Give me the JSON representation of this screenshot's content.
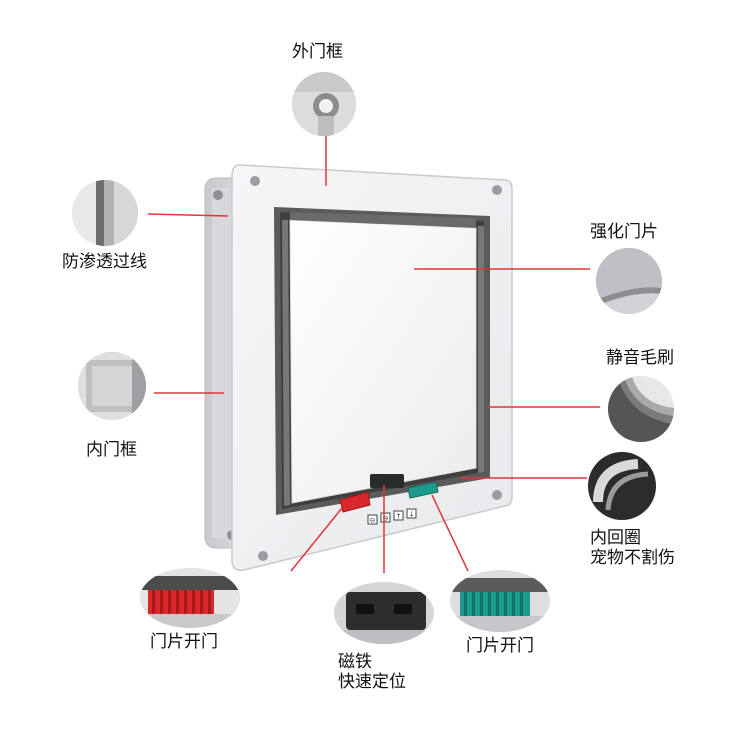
{
  "labels": {
    "outer_frame": "外门框",
    "anti_leak_line": "防渗透过线",
    "inner_frame": "内门框",
    "reinforced_flap": "强化门片",
    "silent_brush": "静音毛刷",
    "inner_ring_line1": "内回圈",
    "inner_ring_line2": "宠物不割伤",
    "flap_open_left": "门片开门",
    "flap_open_right": "门片开门",
    "magnet_line1": "磁铁",
    "magnet_line2": "快速定位"
  },
  "colors": {
    "leader_line": "#e0353a",
    "frame": "#f2f2f4",
    "flap": "#f7f7f7",
    "brush": "#4a4a4a",
    "tab_red": "#d8282b",
    "tab_teal": "#1e9a8a"
  },
  "icons": {
    "lock_positions": [
      "lock-icon",
      "unlock-icon",
      "in-only-icon",
      "out-only-icon"
    ]
  }
}
